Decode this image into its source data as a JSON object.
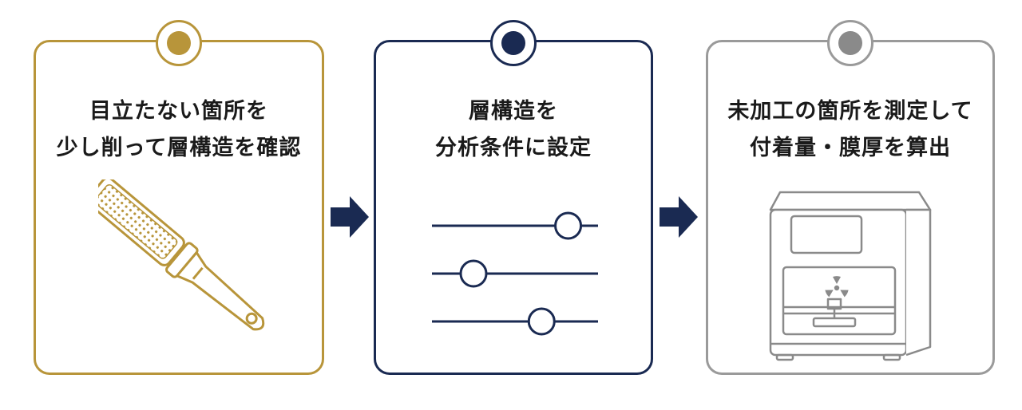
{
  "steps": [
    {
      "title_line1": "目立たない箇所を",
      "title_line2": "少し削って層構造を確認",
      "accent": "#b8953a",
      "icon": "file-rasp-icon"
    },
    {
      "title_line1": "層構造を",
      "title_line2": "分析条件に設定",
      "accent": "#1a2a52",
      "icon": "sliders-icon",
      "slider_levels": [
        0.82,
        0.25,
        0.66
      ]
    },
    {
      "title_line1": "未加工の箇所を測定して",
      "title_line2": "付着量・膜厚を算出",
      "accent": "#9a9a9a",
      "icon": "xrf-analyzer-icon"
    }
  ],
  "connector": {
    "icon": "arrow-right-icon",
    "color": "#1a2a52"
  }
}
